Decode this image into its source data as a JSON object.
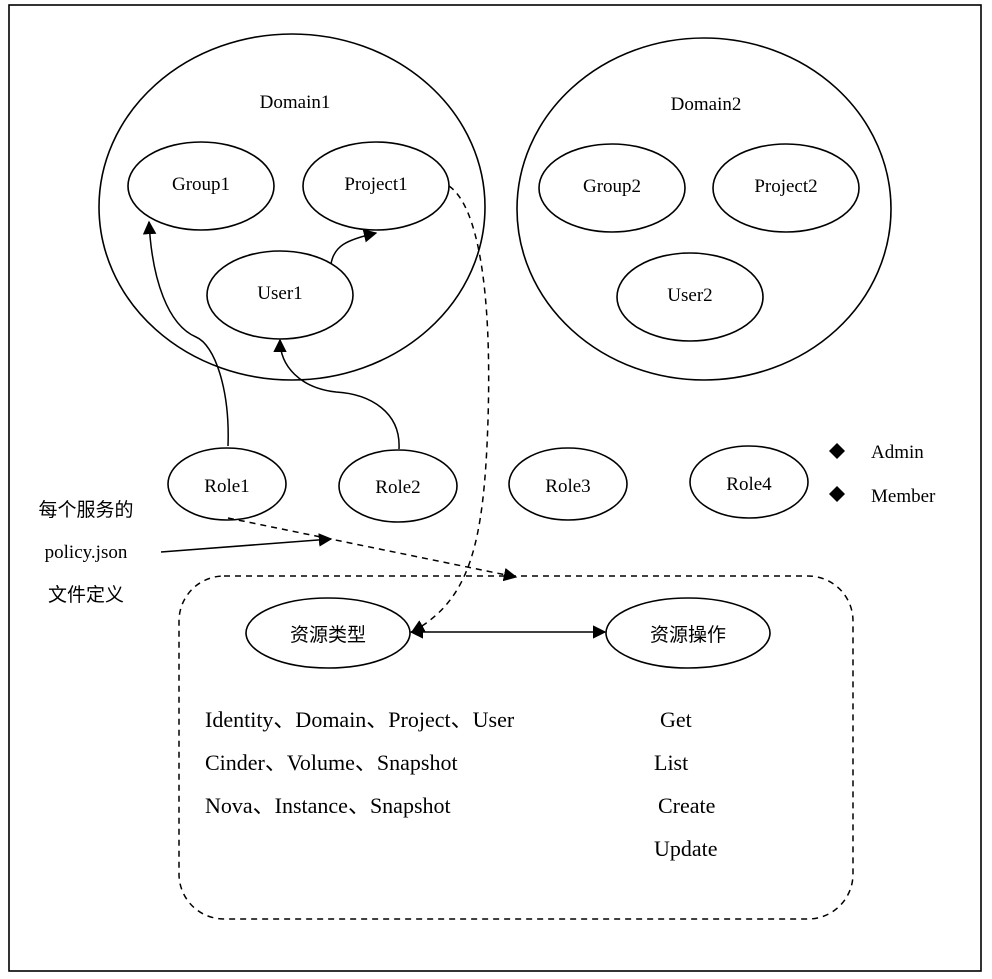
{
  "domains": [
    {
      "label": "Domain1",
      "members": [
        "Group1",
        "Project1",
        "User1"
      ]
    },
    {
      "label": "Domain2",
      "members": [
        "Group2",
        "Project2",
        "User2"
      ]
    }
  ],
  "roles": [
    "Role1",
    "Role2",
    "Role3",
    "Role4"
  ],
  "role_legend": [
    "Admin",
    "Member"
  ],
  "policy_note": [
    "每个服务的",
    "policy.json",
    "文件定义"
  ],
  "policy_box": {
    "resource_type_label": "资源类型",
    "resource_action_label": "资源操作",
    "resource_types": [
      "Identity、Domain、Project、User",
      "Cinder、Volume、Snapshot",
      "Nova、Instance、Snapshot"
    ],
    "actions": [
      "Get",
      "List",
      "Create",
      "Update"
    ]
  }
}
